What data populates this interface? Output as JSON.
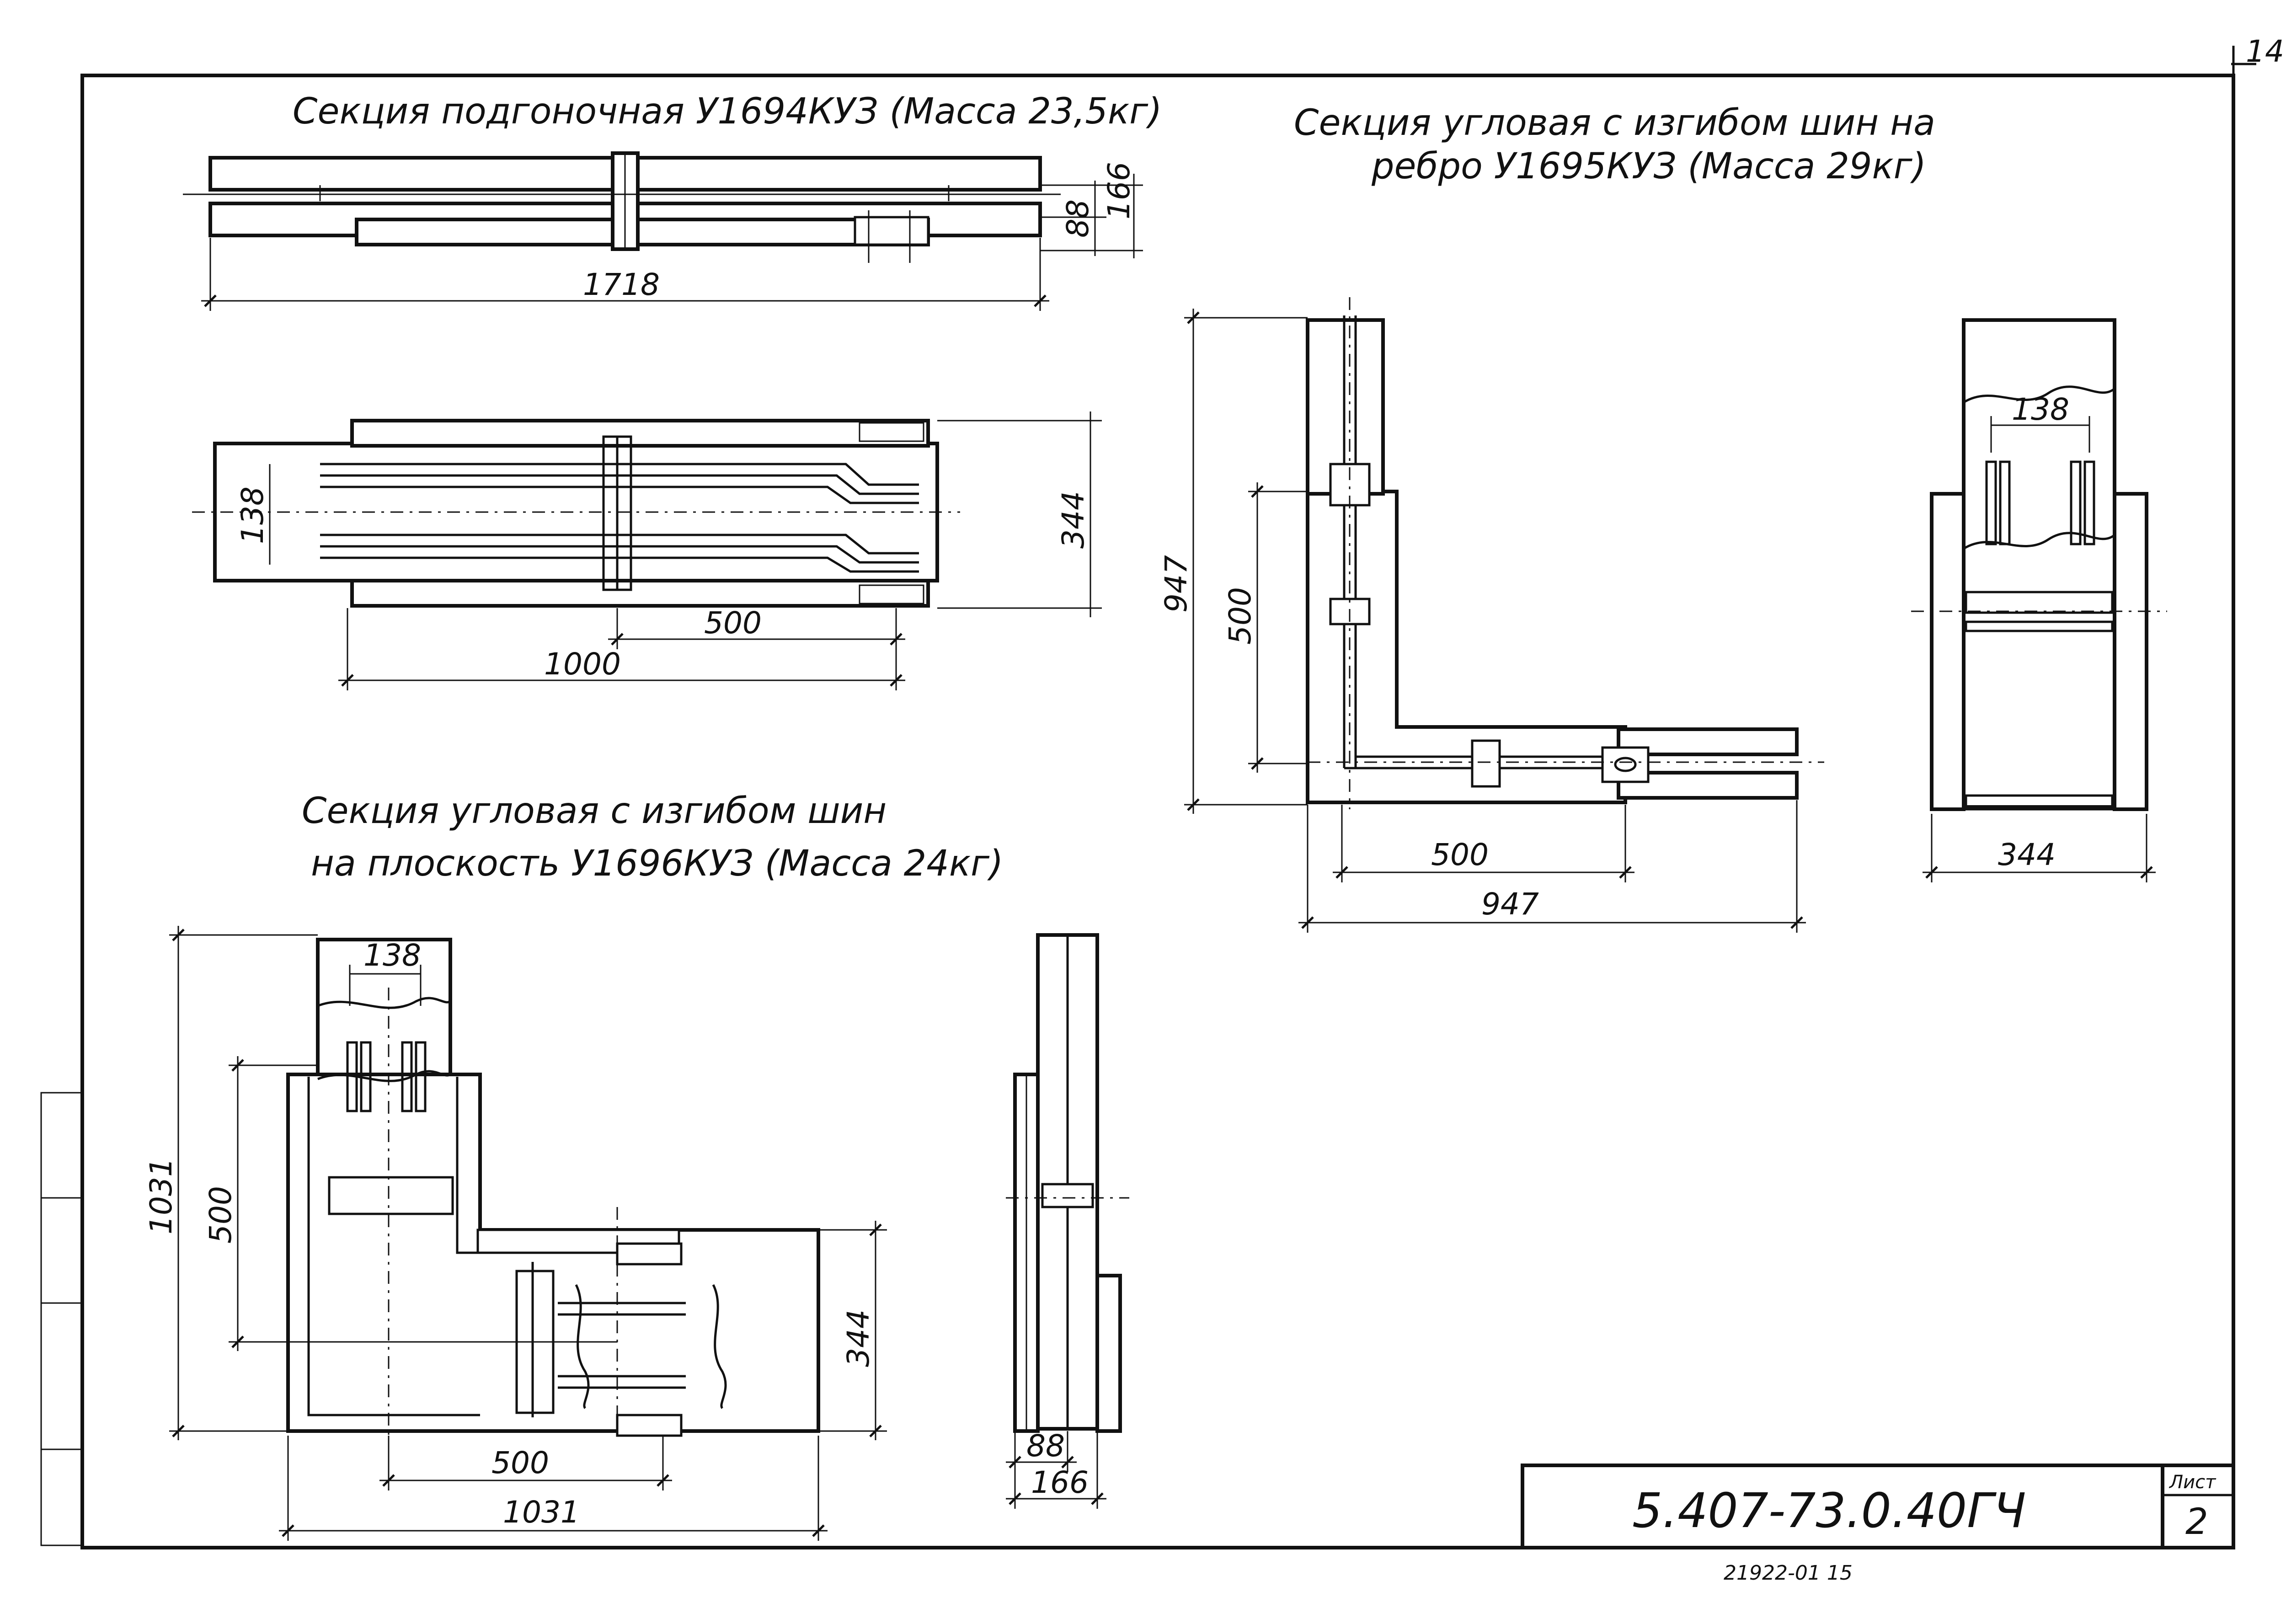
{
  "sheet_number_top": "14",
  "sections": {
    "fitting": {
      "title": "Секция подгоночная У1694КУЗ (Масса 23,5кг)",
      "dims": {
        "length": "1718",
        "h88": "88",
        "h166": "166",
        "w138": "138",
        "w344": "344",
        "d500": "500",
        "d1000": "1000"
      }
    },
    "edge_bend": {
      "title_line1": "Секция угловая с изгибом шин на",
      "title_line2": "ребро У1695КУЗ (Масса 29кг)",
      "dims": {
        "v947": "947",
        "v500": "500",
        "h500": "500",
        "h947": "947",
        "side138": "138",
        "side344": "344"
      }
    },
    "flat_bend": {
      "title_line1": "Секция угловая с изгибом шин",
      "title_line2": "на плоскость У1696КУЗ (Масса 24кг)",
      "dims": {
        "v1031": "1031",
        "v500": "500",
        "w138": "138",
        "v344": "344",
        "h500": "500",
        "h1031": "1031",
        "side88": "88",
        "side166": "166"
      }
    }
  },
  "title_block": {
    "code": "5.407-73.0.40ГЧ",
    "sheet_label": "Лист",
    "sheet_value": "2"
  },
  "footer_stamp": "21922-01   15"
}
